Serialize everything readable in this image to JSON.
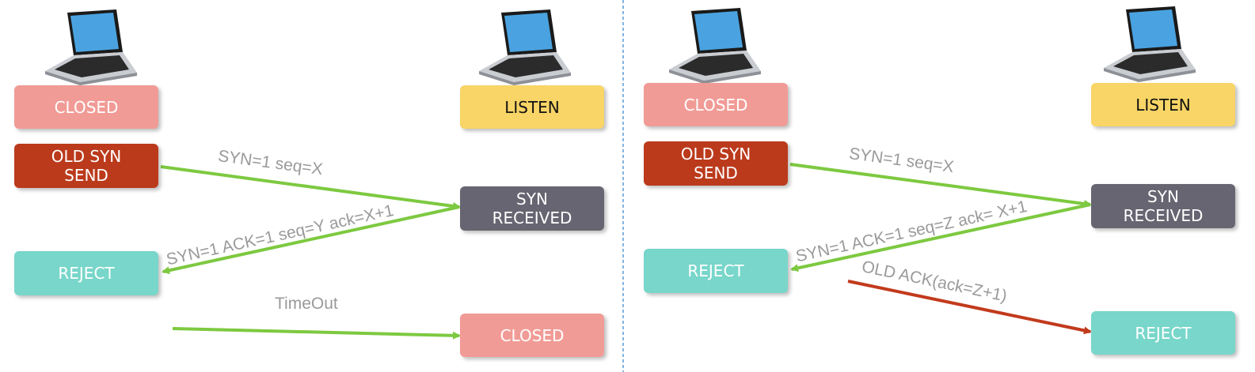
{
  "colors": {
    "closed": "#f19b96",
    "listen": "#f8d566",
    "old_syn": "#bb3a1c",
    "syn_received": "#666571",
    "reject": "#78d6ca",
    "green_arrow": "#7dc940",
    "red_arrow": "#c23a1c",
    "divider": "#5b9bd5"
  },
  "icons": [
    "laptop-icon"
  ],
  "left_panel": {
    "client_closed": "CLOSED",
    "client_old_syn": "OLD SYN\nSEND",
    "client_reject": "REJECT",
    "server_listen": "LISTEN",
    "server_syn_received": "SYN\nRECEIVED",
    "server_closed": "CLOSED",
    "msg_syn": "SYN=1 seq=X",
    "msg_synack": "SYN=1 ACK=1 seq=Y ack=X+1",
    "msg_timeout": "TimeOut"
  },
  "right_panel": {
    "client_closed": "CLOSED",
    "client_old_syn": "OLD SYN\nSEND",
    "client_reject": "REJECT",
    "server_listen": "LISTEN",
    "server_syn_received": "SYN\nRECEIVED",
    "server_reject": "REJECT",
    "msg_syn": "SYN=1 seq=X",
    "msg_synack": "SYN=1 ACK=1 seq=Z ack= X+1",
    "msg_old_ack": "OLD ACK(ack=Z+1)"
  }
}
